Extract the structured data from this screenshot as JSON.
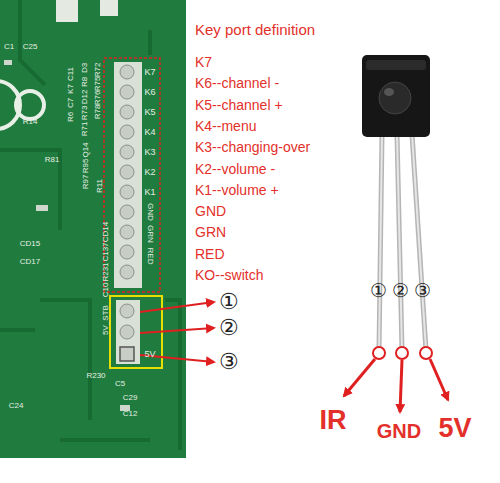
{
  "diagram": {
    "title": "Key port definition",
    "labels": [
      "K7",
      "K6--channel -",
      "K5--channel +",
      "K4--menu",
      "K3--changing-over",
      "K2--volume -",
      "K1--volume +",
      "GND",
      "GRN",
      "RED",
      "KO--switch",
      "①",
      "②",
      "③",
      "①",
      "②",
      "③",
      "IR",
      "GND",
      "5V",
      "K7",
      "K6",
      "K5",
      "K4",
      "K3",
      "K2",
      "K1",
      "GND",
      "GRN",
      "RED",
      "5V",
      "C1",
      "C25",
      "R78",
      "R76",
      "R75",
      "R72",
      "D3",
      "R8",
      "D12",
      "R73",
      "R71",
      "C11",
      "K7",
      "C7",
      "R6",
      "R14",
      "Q14",
      "R95",
      "R97",
      "R81",
      "R11",
      "CD15",
      "CD17",
      "CD14",
      "C137",
      "R231",
      "C10",
      "5V_STB",
      "R230",
      "C5",
      "C29",
      "C12",
      "C24"
    ]
  }
}
